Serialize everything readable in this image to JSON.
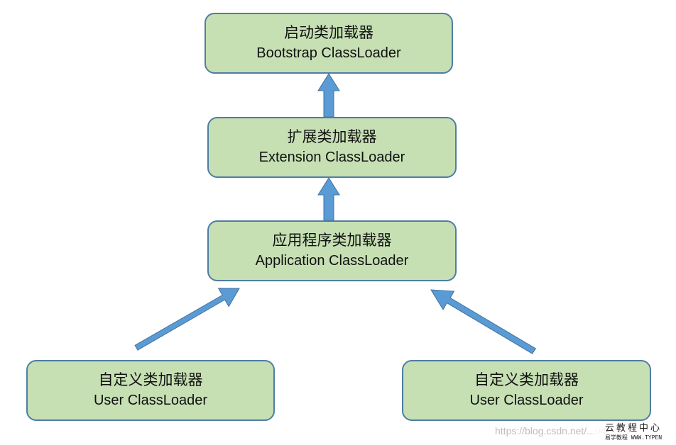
{
  "nodes": {
    "bootstrap": {
      "zh": "启动类加载器",
      "en": "Bootstrap ClassLoader"
    },
    "extension": {
      "zh": "扩展类加载器",
      "en": "Extension ClassLoader"
    },
    "application": {
      "zh": "应用程序类加载器",
      "en": "Application ClassLoader"
    },
    "user_left": {
      "zh": "自定义类加载器",
      "en": "User ClassLoader"
    },
    "user_right": {
      "zh": "自定义类加载器",
      "en": "User ClassLoader"
    }
  },
  "watermark": {
    "url": "https://blog.csdn.net/...04"
  },
  "logo": {
    "title": "云教程中心",
    "subtitle": "易学教程 WWW.TYPEN"
  },
  "colors": {
    "node_fill": "#c6e0b4",
    "node_border": "#4f7da6",
    "arrow_fill": "#5b9bd5"
  }
}
